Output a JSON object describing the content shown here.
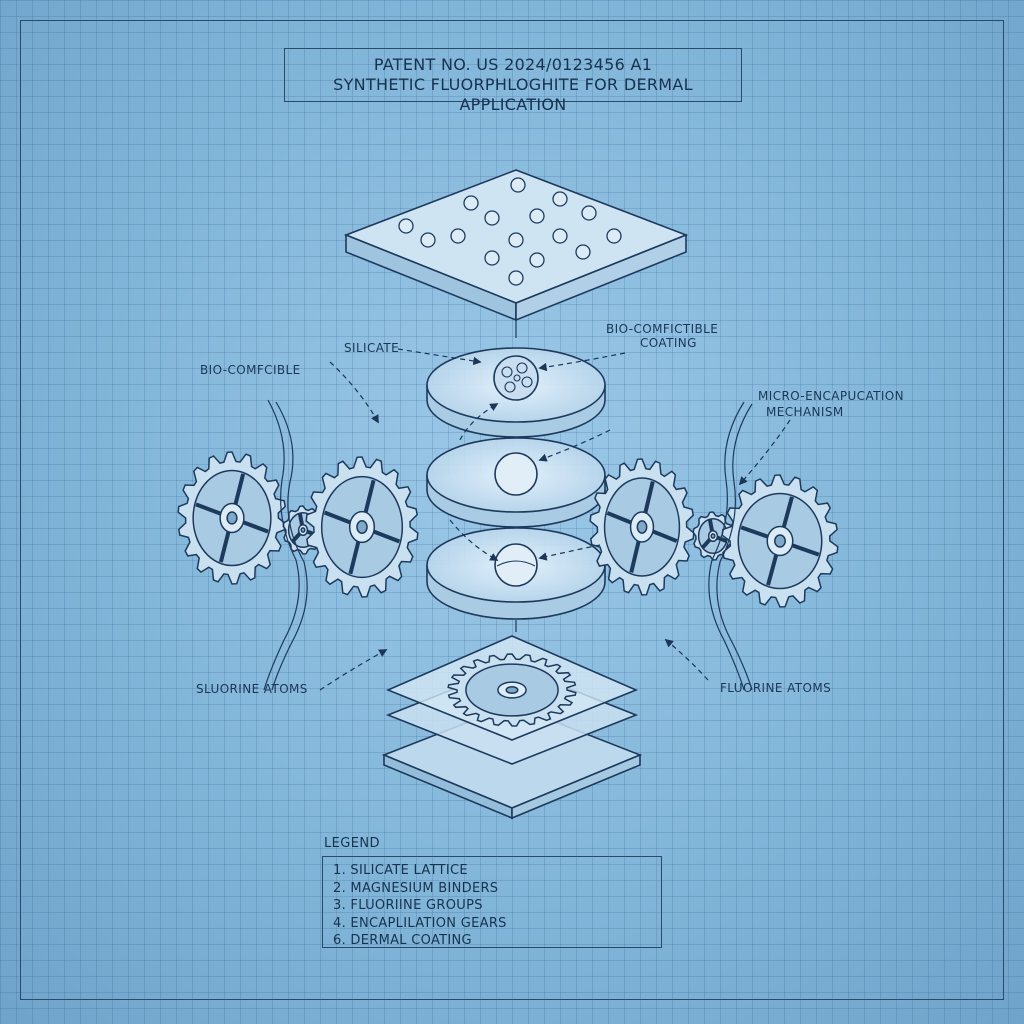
{
  "header": {
    "patent_number": "PATENT NO. US 2024/0123456 A1",
    "subtitle": "SYNTHETIC FLUORPHLOGHITE FOR DERMAL APPLICATION"
  },
  "callouts": {
    "silicate": "SILICATE",
    "bio_compatible_top": "BIO-COMFICTIBLE",
    "coating": "COATING",
    "bio_compatible_left": "BIO-COMFCIBLE",
    "micro_encapsulation": "MICRO-ENCAPUCATION",
    "mechanism": "MECHANISM",
    "fluorine_left": "SLUORINE ATOMS",
    "fluorine_right": "FLUORINE ATOMS"
  },
  "legend": {
    "heading": "LEGEND",
    "items": [
      "1. SILICATE LATTICE",
      "2. MAGNESIUM BINDERS",
      "3. FLUORIINE GROUPS",
      "4. ENCAPLILATION GEARS",
      "6. DERMAL COATING"
    ]
  },
  "colors": {
    "background": "#7fb2d6",
    "ink": "#1b3657",
    "part_fill": "#c4ddef"
  }
}
